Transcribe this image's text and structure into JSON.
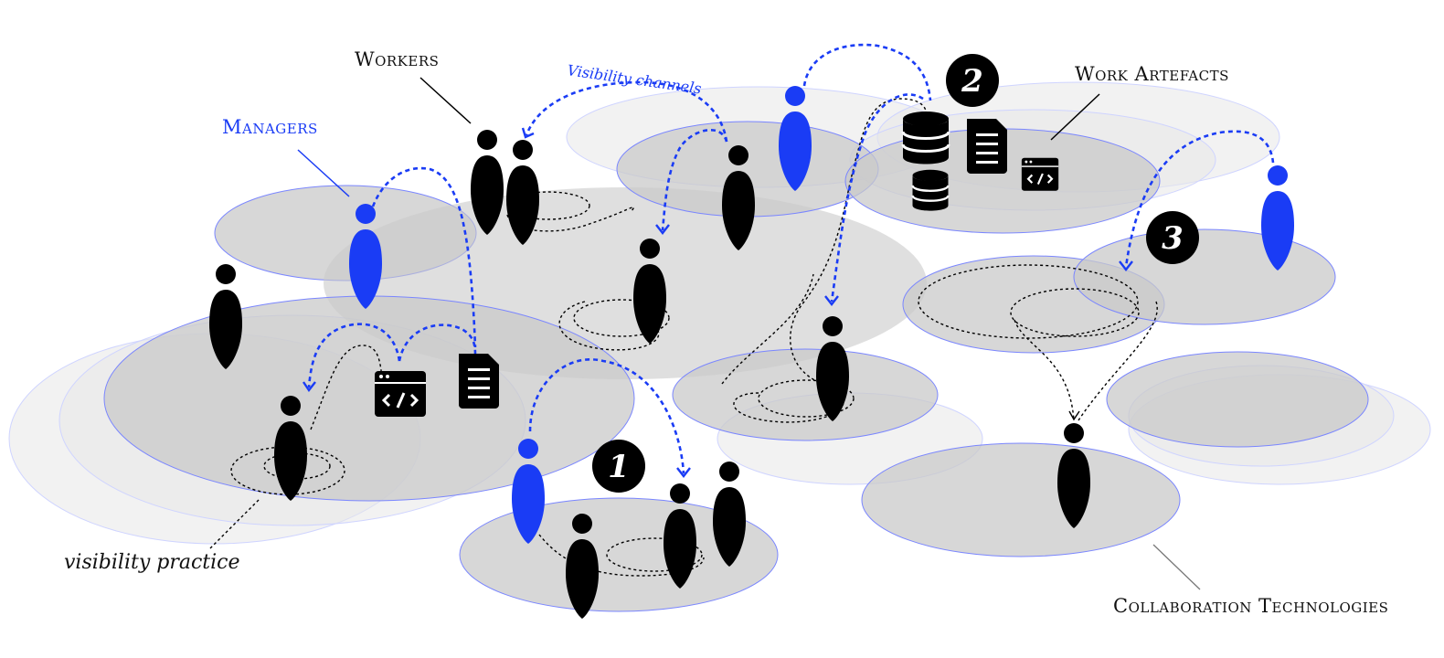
{
  "labels": {
    "workers": "Workers",
    "managers": "Managers",
    "visibility_channels": "Visibility channels",
    "work_artefacts": "Work Artefacts",
    "visibility_practice": "visibility practice",
    "collaboration_technologies": "Collaboration Technologies"
  },
  "markers": [
    "1",
    "2",
    "3"
  ],
  "colors": {
    "manager": "#1a3cf5",
    "worker": "#000000",
    "space_fill": "#c9c9c9",
    "space_stroke": "#7a86ff",
    "channel": "#1a3cf5"
  },
  "icons": [
    "person-icon",
    "database-icon",
    "document-icon",
    "code-window-icon"
  ]
}
